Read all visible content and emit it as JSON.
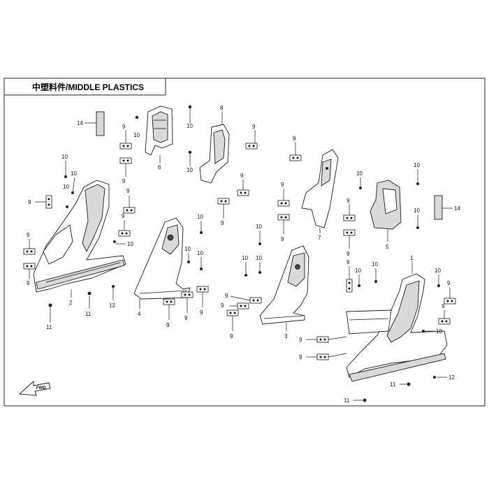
{
  "title": "中塑料件/MIDDLE PLASTICS",
  "fwd_label": "FWD",
  "callouts": {
    "p1": "1",
    "p2": "2",
    "p3": "3",
    "p4": "4",
    "p5": "5",
    "p6": "6",
    "p7": "7",
    "p8": "8",
    "p9": "9",
    "p10": "10",
    "p11": "11",
    "p12": "12",
    "p14": "14"
  }
}
